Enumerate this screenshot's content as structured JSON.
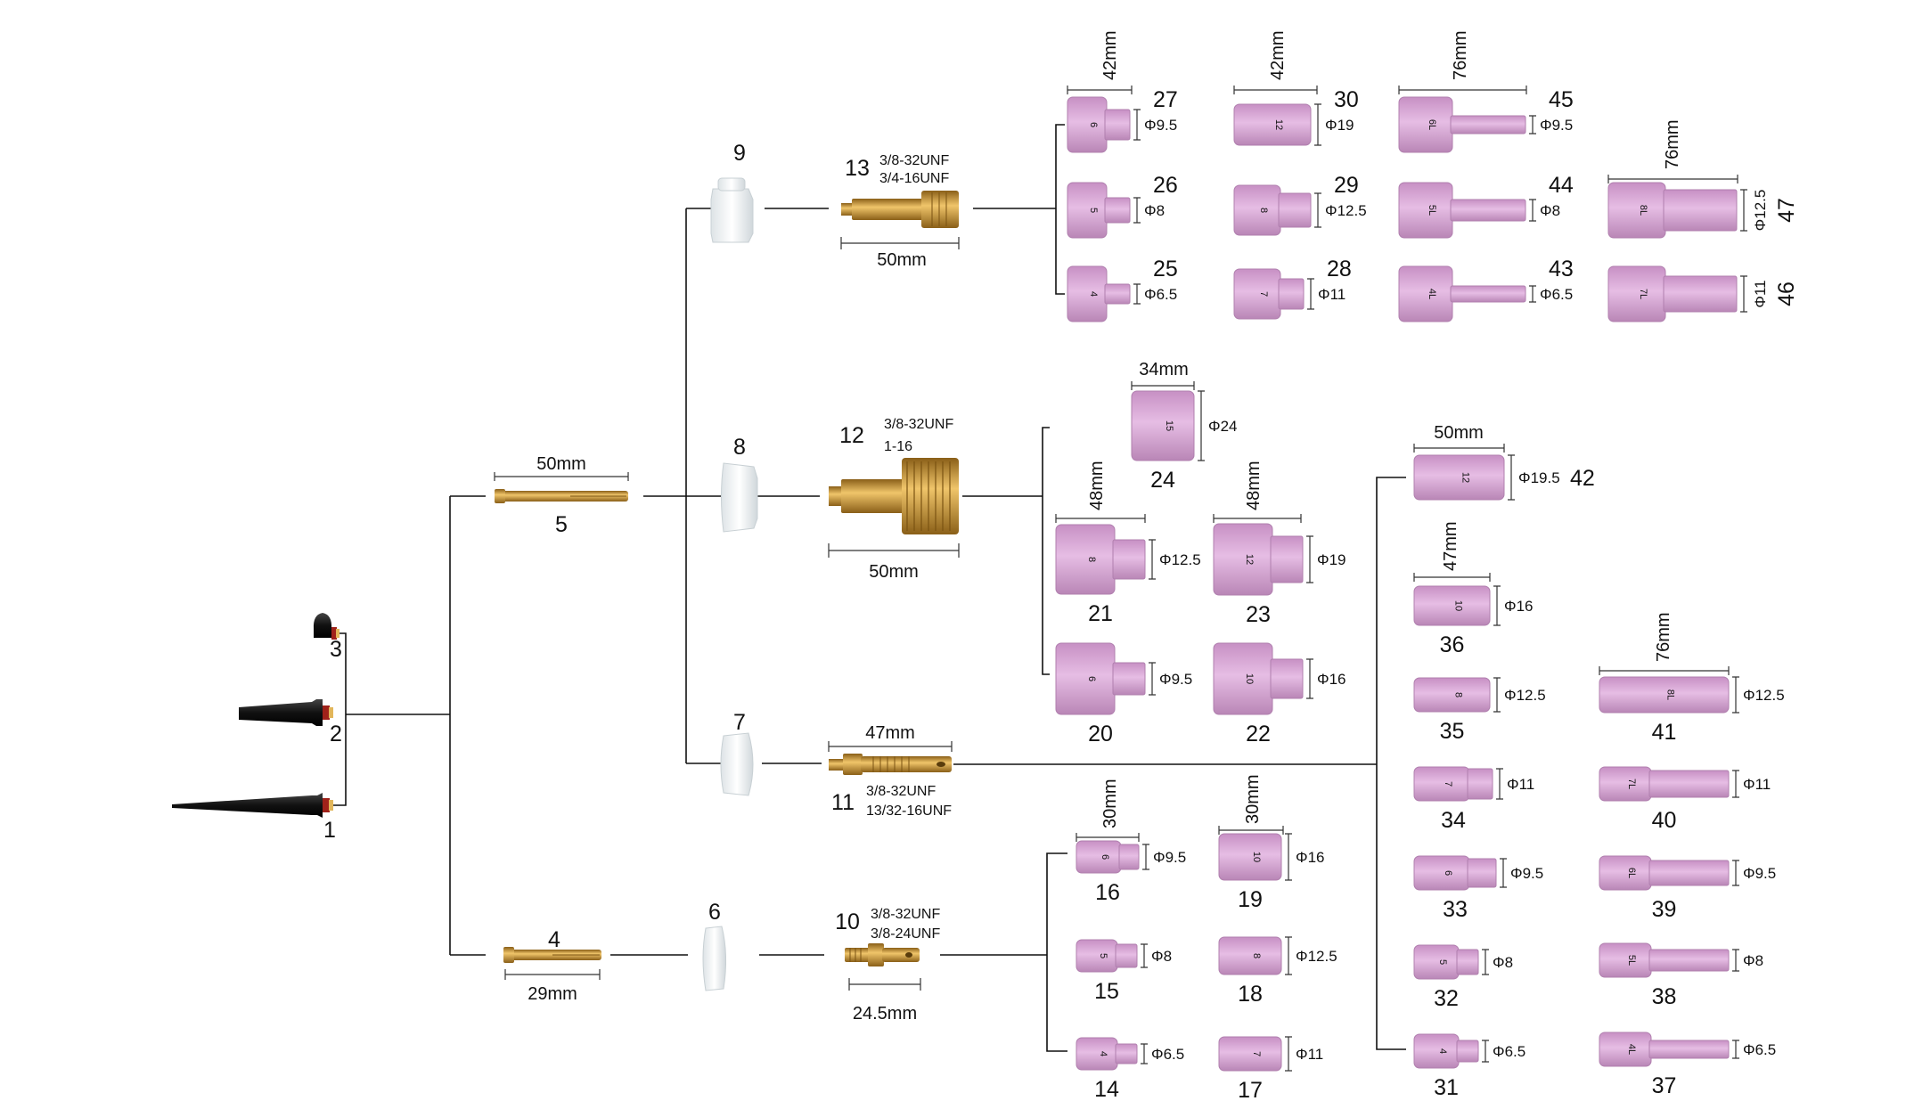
{
  "parts": {
    "p1": {
      "num": "1"
    },
    "p2": {
      "num": "2"
    },
    "p3": {
      "num": "3"
    },
    "p4": {
      "num": "4",
      "length": "29mm"
    },
    "p5": {
      "num": "5",
      "length": "50mm"
    },
    "p6": {
      "num": "6"
    },
    "p7": {
      "num": "7"
    },
    "p8": {
      "num": "8"
    },
    "p9": {
      "num": "9"
    },
    "p10": {
      "num": "10",
      "thread1": "3/8-32UNF",
      "thread2": "3/8-24UNF",
      "length": "24.5mm"
    },
    "p11": {
      "num": "11",
      "thread1": "3/8-32UNF",
      "thread2": "13/32-16UNF",
      "length": "47mm"
    },
    "p12": {
      "num": "12",
      "thread1": "3/8-32UNF",
      "thread2": "1-16",
      "length": "50mm"
    },
    "p13": {
      "num": "13",
      "thread1": "3/8-32UNF",
      "thread2": "3/4-16UNF",
      "length": "50mm"
    }
  },
  "cups": [
    {
      "num": "14",
      "mark": "4",
      "dia": "Φ6.5"
    },
    {
      "num": "15",
      "mark": "5",
      "dia": "Φ8"
    },
    {
      "num": "16",
      "mark": "6",
      "dia": "Φ9.5"
    },
    {
      "num": "17",
      "mark": "7",
      "dia": "Φ11"
    },
    {
      "num": "18",
      "mark": "8",
      "dia": "Φ12.5"
    },
    {
      "num": "19",
      "mark": "10",
      "dia": "Φ16"
    },
    {
      "num": "20",
      "mark": "6",
      "dia": "Φ9.5"
    },
    {
      "num": "21",
      "mark": "8",
      "dia": "Φ12.5"
    },
    {
      "num": "22",
      "mark": "10",
      "dia": "Φ16"
    },
    {
      "num": "23",
      "mark": "12",
      "dia": "Φ19"
    },
    {
      "num": "24",
      "mark": "15",
      "dia": "Φ24"
    },
    {
      "num": "25",
      "mark": "4",
      "dia": "Φ6.5"
    },
    {
      "num": "26",
      "mark": "5",
      "dia": "Φ8"
    },
    {
      "num": "27",
      "mark": "6",
      "dia": "Φ9.5"
    },
    {
      "num": "28",
      "mark": "7",
      "dia": "Φ11"
    },
    {
      "num": "29",
      "mark": "8",
      "dia": "Φ12.5"
    },
    {
      "num": "30",
      "mark": "12",
      "dia": "Φ19"
    },
    {
      "num": "31",
      "mark": "4",
      "dia": "Φ6.5"
    },
    {
      "num": "32",
      "mark": "5",
      "dia": "Φ8"
    },
    {
      "num": "33",
      "mark": "6",
      "dia": "Φ9.5"
    },
    {
      "num": "34",
      "mark": "7",
      "dia": "Φ11"
    },
    {
      "num": "35",
      "mark": "8",
      "dia": "Φ12.5"
    },
    {
      "num": "36",
      "mark": "10",
      "dia": "Φ16"
    },
    {
      "num": "37",
      "mark": "4L",
      "dia": "Φ6.5"
    },
    {
      "num": "38",
      "mark": "5L",
      "dia": "Φ8"
    },
    {
      "num": "39",
      "mark": "6L",
      "dia": "Φ9.5"
    },
    {
      "num": "40",
      "mark": "7L",
      "dia": "Φ11"
    },
    {
      "num": "41",
      "mark": "8L",
      "dia": "Φ12.5"
    },
    {
      "num": "42",
      "mark": "12",
      "dia": "Φ19.5"
    },
    {
      "num": "43",
      "mark": "4L",
      "dia": "Φ6.5"
    },
    {
      "num": "44",
      "mark": "5L",
      "dia": "Φ8"
    },
    {
      "num": "45",
      "mark": "6L",
      "dia": "Φ9.5"
    },
    {
      "num": "46",
      "mark": "7L",
      "dia": "Φ11"
    },
    {
      "num": "47",
      "mark": "8L",
      "dia": "Φ12.5"
    }
  ],
  "cup_lengths": {
    "g14": "30mm",
    "g17": "30mm",
    "g21": "48mm",
    "g23": "48mm",
    "g24": "34mm",
    "g25": "42mm",
    "g28": "42mm",
    "g36": "47mm",
    "g41": "76mm",
    "g42": "50mm",
    "g43": "76mm",
    "g47": "76mm"
  },
  "colors": {
    "ceramic": "#d8a6d6",
    "ceramic_dark": "#b784b5",
    "brass": "#c99a3c",
    "insulator": "#eef1f3",
    "cap": "#1b1b1b"
  }
}
